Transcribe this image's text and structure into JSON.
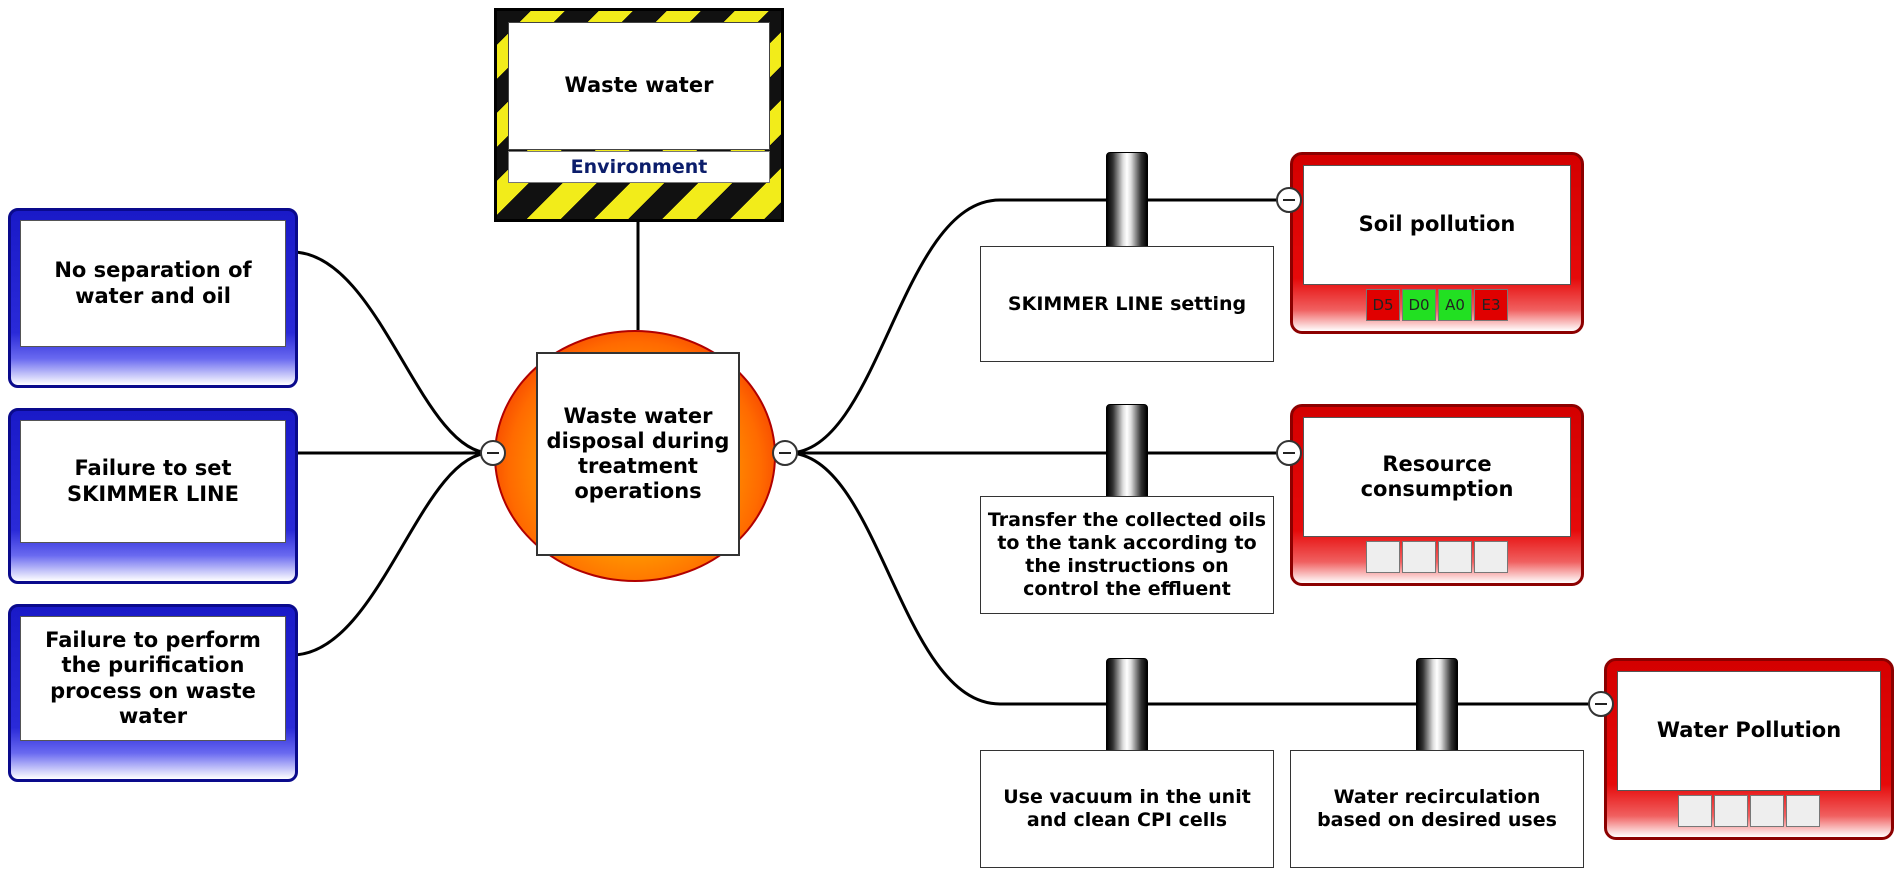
{
  "hazard": {
    "title": "Waste water",
    "category": "Environment"
  },
  "top_event": {
    "label": "Waste water\ndisposal during\ntreatment\noperations"
  },
  "threats": [
    {
      "label": "No separation of\nwater and oil"
    },
    {
      "label": "Failure to set\nSKIMMER LINE"
    },
    {
      "label": "Failure to perform\nthe purification\nprocess on waste\nwater"
    }
  ],
  "barriers": [
    {
      "label": "SKIMMER LINE setting"
    },
    {
      "label": "Transfer the collected oils\nto the tank according to\nthe instructions on\ncontrol the effluent"
    },
    {
      "label": "Use vacuum in the unit\nand clean CPI cells"
    },
    {
      "label": "Water recirculation\nbased on desired uses"
    }
  ],
  "consequences": [
    {
      "label": "Soil pollution",
      "ratings": [
        {
          "text": "D5",
          "color": "#e00000"
        },
        {
          "text": "D0",
          "color": "#22e022"
        },
        {
          "text": "A0",
          "color": "#22e022"
        },
        {
          "text": "E3",
          "color": "#e00000"
        }
      ]
    },
    {
      "label": "Resource\nconsumption",
      "ratings": [
        {
          "text": "",
          "color": "#eeeeee"
        },
        {
          "text": "",
          "color": "#eeeeee"
        },
        {
          "text": "",
          "color": "#eeeeee"
        },
        {
          "text": "",
          "color": "#eeeeee"
        }
      ]
    },
    {
      "label": "Water Pollution",
      "ratings": [
        {
          "text": "",
          "color": "#eeeeee"
        },
        {
          "text": "",
          "color": "#eeeeee"
        },
        {
          "text": "",
          "color": "#eeeeee"
        },
        {
          "text": "",
          "color": "#eeeeee"
        }
      ]
    }
  ]
}
